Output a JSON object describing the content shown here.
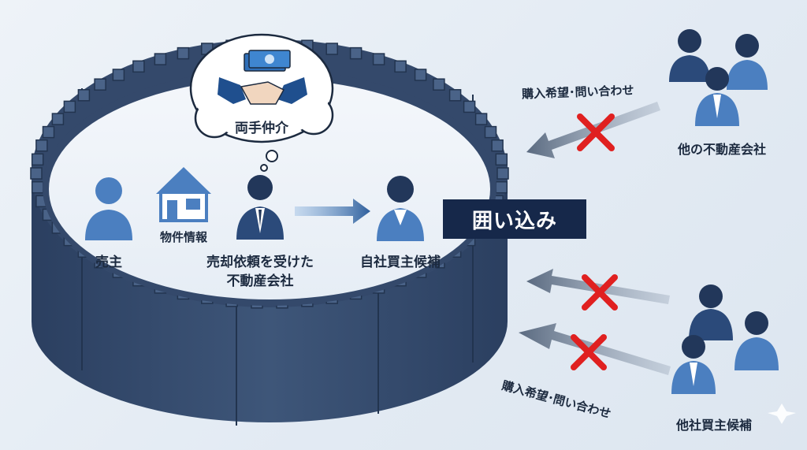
{
  "labels": {
    "seller": "売主",
    "property_info": "物件情報",
    "listing_agent_line1": "売却依頼を受けた",
    "listing_agent_line2": "不動産会社",
    "own_buyer": "自社買主候補",
    "dual_agency": "両手仲介",
    "enclosure": "囲い込み",
    "other_agencies": "他の不動産会社",
    "other_buyers": "他社買主候補",
    "inquiry_top": "購入希望･問い合わせ",
    "inquiry_bottom": "購入希望･問い合わせ"
  },
  "colors": {
    "wall_dark": "#2e4466",
    "wall_light": "#415a80",
    "person_blue": "#4b7fc0",
    "person_navy": "#22375a",
    "arrow_gray": "#5d6d84",
    "cross_red": "#e02020",
    "badge_bg": "#16284a"
  }
}
